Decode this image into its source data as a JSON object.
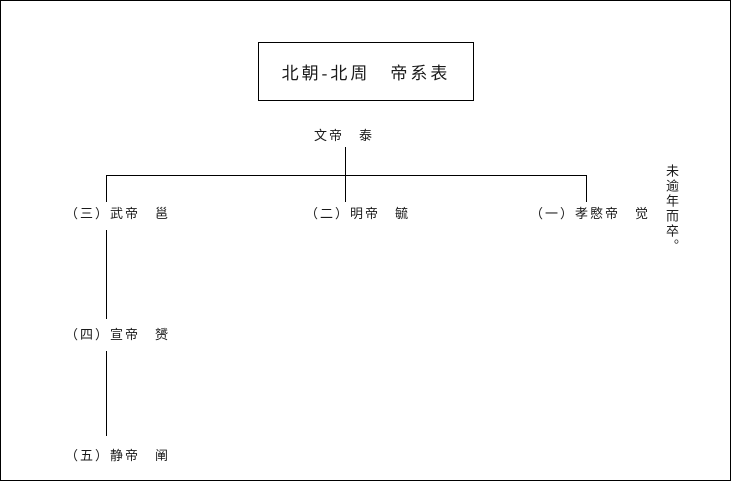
{
  "title": "北朝-北周　帝系表",
  "nodes": {
    "root": {
      "label": "文帝　泰"
    },
    "gen2_left": {
      "label": "（三）武帝　邕"
    },
    "gen2_mid": {
      "label": "（二）明帝　毓"
    },
    "gen2_right": {
      "label": "（一）孝愍帝　觉"
    },
    "gen3": {
      "label": "（四）宣帝　赟"
    },
    "gen4": {
      "label": "（五）静帝　阐"
    }
  },
  "annotation": "未逾年而卒。",
  "colors": {
    "line": "#000000",
    "text": "#1a1a1a",
    "background": "#ffffff"
  }
}
